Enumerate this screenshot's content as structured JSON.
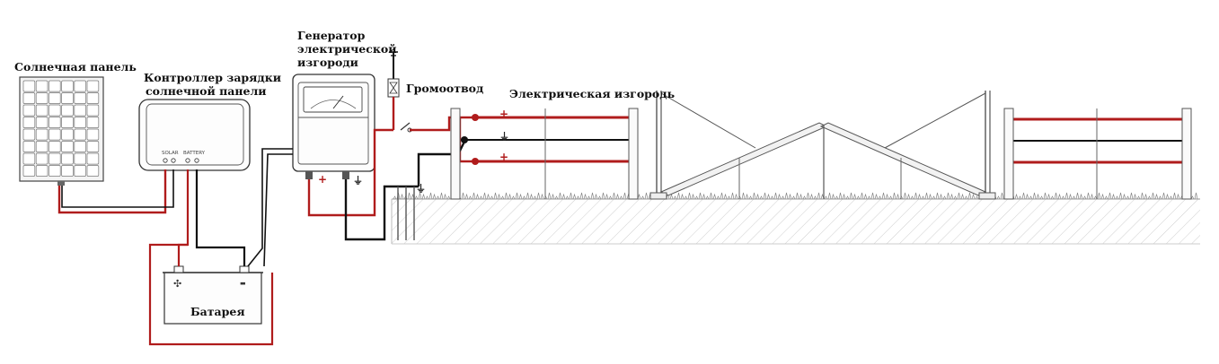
{
  "labels": {
    "solar_panel": "Солнечная панель",
    "controller_line1": "Контроллер зарядки",
    "controller_line2": "солнечной панели",
    "generator_line1": "Генератор",
    "generator_line2": "электрической",
    "generator_line3": "изгороди",
    "lightning": "Громоотвод",
    "fence": "Электрическая изгородь",
    "battery": "Батарея",
    "port_solar": "SOLAR",
    "port_battery": "BATTERY"
  },
  "symbols": {
    "plus": "+",
    "battery_minus": "▬",
    "battery_plus": "✣",
    "ground": "⏚"
  },
  "colors": {
    "positive_wire": "#b01c1c",
    "negative_wire": "#111111",
    "outline": "#333333",
    "ground_hatch": "#c8c8c8"
  }
}
